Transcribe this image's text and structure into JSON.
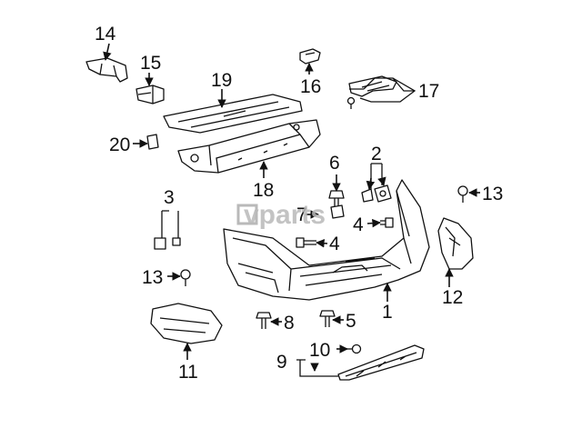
{
  "watermark": "vparts",
  "callouts": [
    "1",
    "2",
    "3",
    "4",
    "4",
    "5",
    "6",
    "7",
    "8",
    "9",
    "10",
    "11",
    "12",
    "13",
    "13",
    "14",
    "15",
    "16",
    "17",
    "18",
    "19",
    "20"
  ],
  "colors": {
    "line": "#111111",
    "watermark": "#b9b9b9",
    "background": "#ffffff"
  }
}
